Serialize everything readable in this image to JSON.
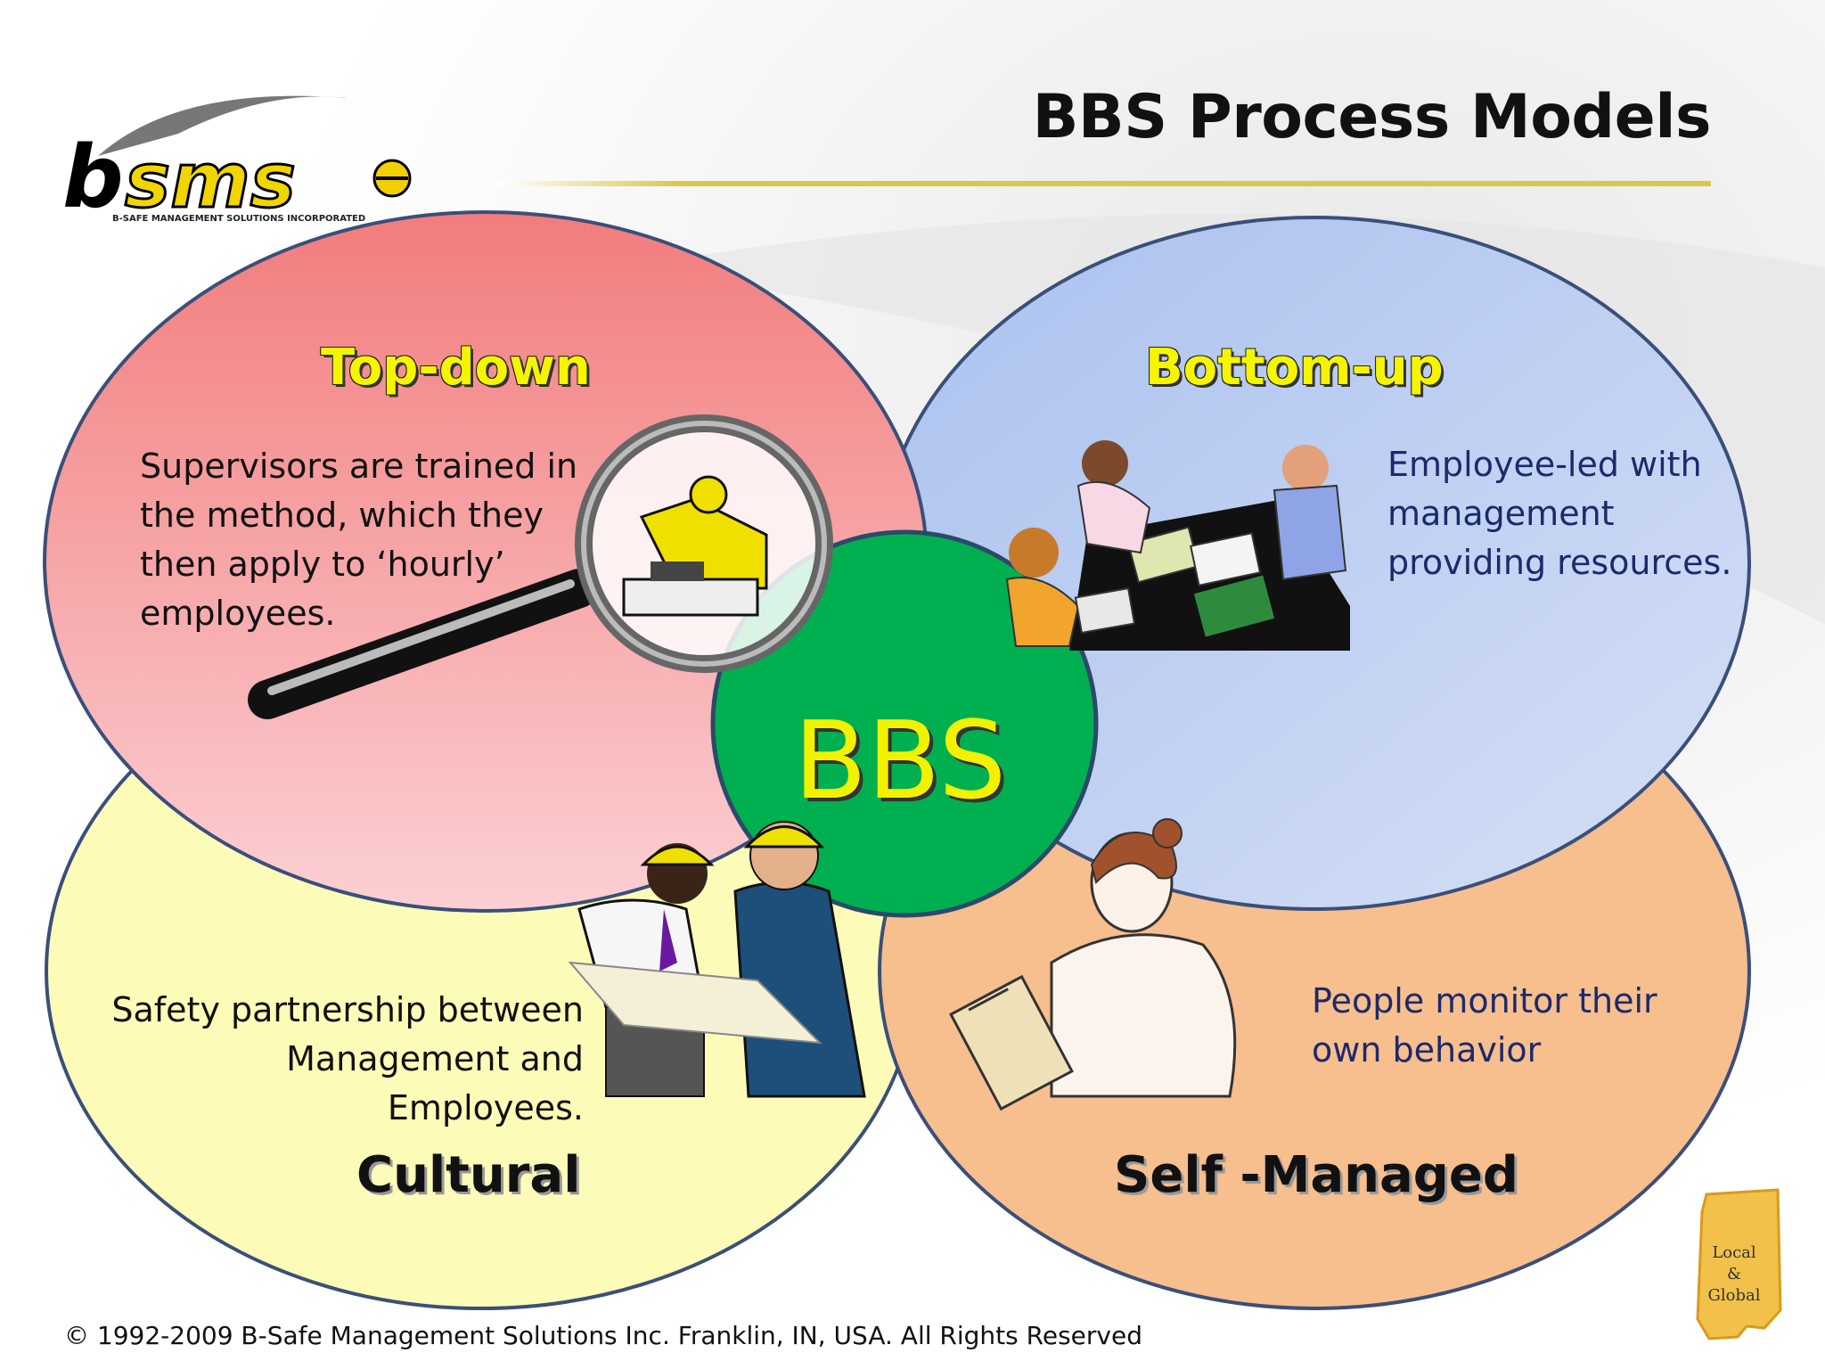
{
  "title": "BBS Process Models",
  "logo": {
    "mark_text": "bsms",
    "subtitle": "B-SAFE MANAGEMENT SOLUTIONS INCORPORATED"
  },
  "center": {
    "label": "BBS",
    "color": "#00b050"
  },
  "quadrants": [
    {
      "key": "top_down",
      "heading": "Top-down",
      "text_lines": [
        "Supervisors are trained in",
        "the method, which they",
        "then apply to ‘hourly’",
        "employees."
      ],
      "color": "#f08484",
      "illustration": "magnifying-glass-worker-icon"
    },
    {
      "key": "bottom_up",
      "heading": "Bottom-up",
      "text_lines": [
        "Employee-led with",
        "management",
        "providing resources."
      ],
      "color": "#b0c4ec",
      "illustration": "team-meeting-icon"
    },
    {
      "key": "cultural",
      "heading": "Cultural",
      "text_lines": [
        "Safety partnership between",
        "Management and Employees."
      ],
      "color": "#fdfbb8",
      "illustration": "hardhat-workers-icon"
    },
    {
      "key": "self_managed",
      "heading": "Self -Managed",
      "text_lines": [
        "People monitor their",
        "own behavior"
      ],
      "color": "#f7be8e",
      "illustration": "woman-with-clipboard-icon"
    }
  ],
  "badge": {
    "lines": [
      "Local",
      "&",
      "Global"
    ]
  },
  "footer": "© 1992-2009 B-Safe Management Solutions Inc.  Franklin, IN, USA. All Rights Reserved"
}
